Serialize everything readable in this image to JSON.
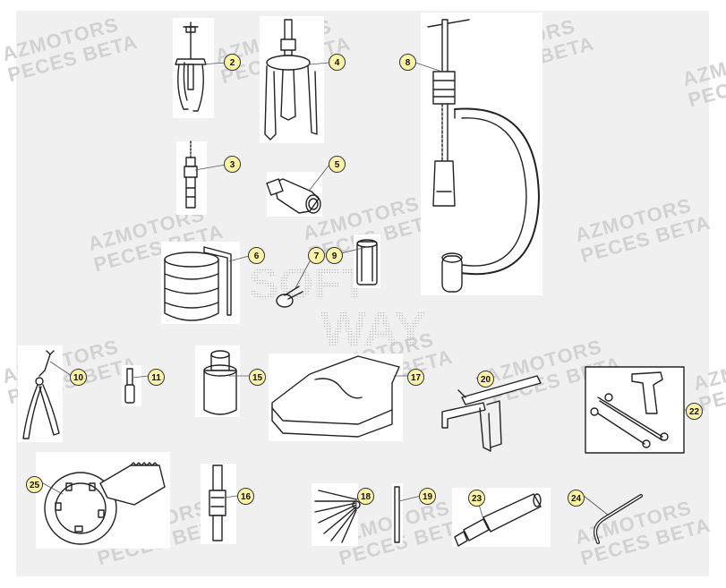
{
  "watermark": {
    "line1": "AZMOTORS",
    "line2": "PECES BETA"
  },
  "logo_text": {
    "line1": "SOFT",
    "line2": "WAY"
  },
  "callouts": [
    "2",
    "3",
    "4",
    "5",
    "6",
    "7",
    "9",
    "8",
    "10",
    "11",
    "15",
    "17",
    "20",
    "22",
    "25",
    "16",
    "18",
    "19",
    "23",
    "24"
  ],
  "colors": {
    "callout_fill": "#fdf3a6",
    "line": "#222222",
    "panel": "#f0f0f0"
  }
}
